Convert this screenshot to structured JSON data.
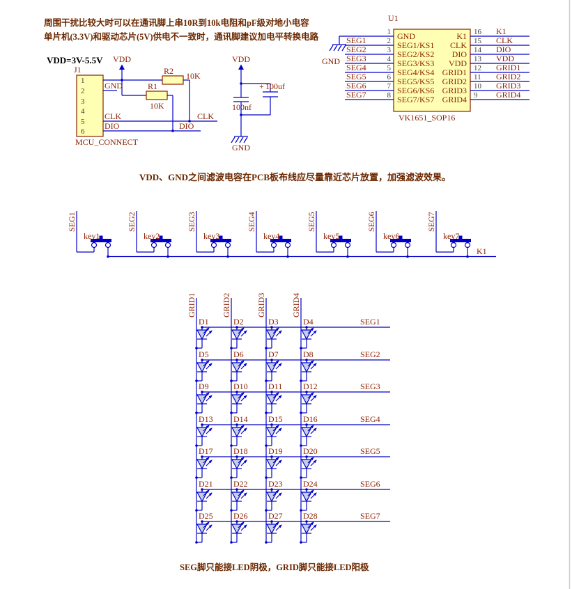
{
  "notes": {
    "line1": "周围干扰比较大时可以在通讯脚上串10R到10k电阻和pF级对地小电容",
    "line2": "单片机(3.3V)和驱动芯片(5V)供电不一致时，通讯脚建议加电平转换电路",
    "vdd_range": "VDD=3V-5.5V",
    "filter_note": "VDD、GND之间滤波电容在PCB板布线应尽量靠近芯片放置，加强滤波效果。",
    "bottom_note": "SEG脚只能接LED阴极，GRID脚只能接LED阳极"
  },
  "mcu_connector": {
    "ref": "J1",
    "name": "MCU_CONNECT",
    "pins": [
      "1",
      "2",
      "3",
      "4",
      "5",
      "6"
    ],
    "gnd_label": "GND",
    "clk_label": "CLK",
    "dio_label": "DIO",
    "clk_net": "CLK",
    "dio_net": "DIO",
    "vdd": "VDD",
    "r1_ref": "R1",
    "r1_val": "10K",
    "r2_ref": "R2",
    "r2_val": "10K"
  },
  "decoupling": {
    "vdd": "VDD",
    "gnd": "GND",
    "c1": "100nf",
    "plus": "+",
    "c2": "100uf"
  },
  "chip": {
    "ref": "U1",
    "part": "VK1651_SOP16",
    "gnd_net": "GND",
    "left_pins": [
      {
        "num": "1",
        "name": "GND",
        "net": ""
      },
      {
        "num": "2",
        "name": "SEG1/KS1",
        "net": "SEG1"
      },
      {
        "num": "3",
        "name": "SEG2/KS2",
        "net": "SEG2"
      },
      {
        "num": "4",
        "name": "SEG3/KS3",
        "net": "SEG3"
      },
      {
        "num": "5",
        "name": "SEG4/KS4",
        "net": "SEG4"
      },
      {
        "num": "6",
        "name": "SEG5/KS5",
        "net": "SEG5"
      },
      {
        "num": "7",
        "name": "SEG6/KS6",
        "net": "SEG6"
      },
      {
        "num": "8",
        "name": "SEG7/KS7",
        "net": "SEG7"
      }
    ],
    "right_pins": [
      {
        "num": "16",
        "name": "K1",
        "net": "K1"
      },
      {
        "num": "15",
        "name": "CLK",
        "net": "CLK"
      },
      {
        "num": "14",
        "name": "DIO",
        "net": "DIO"
      },
      {
        "num": "13",
        "name": "VDD",
        "net": "VDD"
      },
      {
        "num": "12",
        "name": "GRID1",
        "net": "GRID1"
      },
      {
        "num": "11",
        "name": "GRID2",
        "net": "GRID2"
      },
      {
        "num": "10",
        "name": "GRID3",
        "net": "GRID3"
      },
      {
        "num": "9",
        "name": "GRID4",
        "net": "GRID4"
      }
    ]
  },
  "key_matrix": {
    "seg_nets": [
      "SEG1",
      "SEG2",
      "SEG3",
      "SEG4",
      "SEG5",
      "SEG6",
      "SEG7"
    ],
    "keys": [
      "key1",
      "key2",
      "key3",
      "key4",
      "key5",
      "key6",
      "key7"
    ],
    "common_net": "K1"
  },
  "led_matrix": {
    "grid_nets": [
      "GRID1",
      "GRID2",
      "GRID3",
      "GRID4"
    ],
    "seg_nets": [
      "SEG1",
      "SEG2",
      "SEG3",
      "SEG4",
      "SEG5",
      "SEG6",
      "SEG7"
    ],
    "leds": [
      "D1",
      "D2",
      "D3",
      "D4",
      "D5",
      "D6",
      "D7",
      "D8",
      "D9",
      "D10",
      "D11",
      "D12",
      "D13",
      "D14",
      "D15",
      "D16",
      "D17",
      "D18",
      "D19",
      "D20",
      "D21",
      "D22",
      "D23",
      "D24",
      "D25",
      "D26",
      "D27",
      "D28"
    ]
  },
  "colors": {
    "wire": "#0000c8",
    "net_label": "#8b1f00",
    "component_fill": "#ffffb3",
    "note": "#6b2800"
  }
}
